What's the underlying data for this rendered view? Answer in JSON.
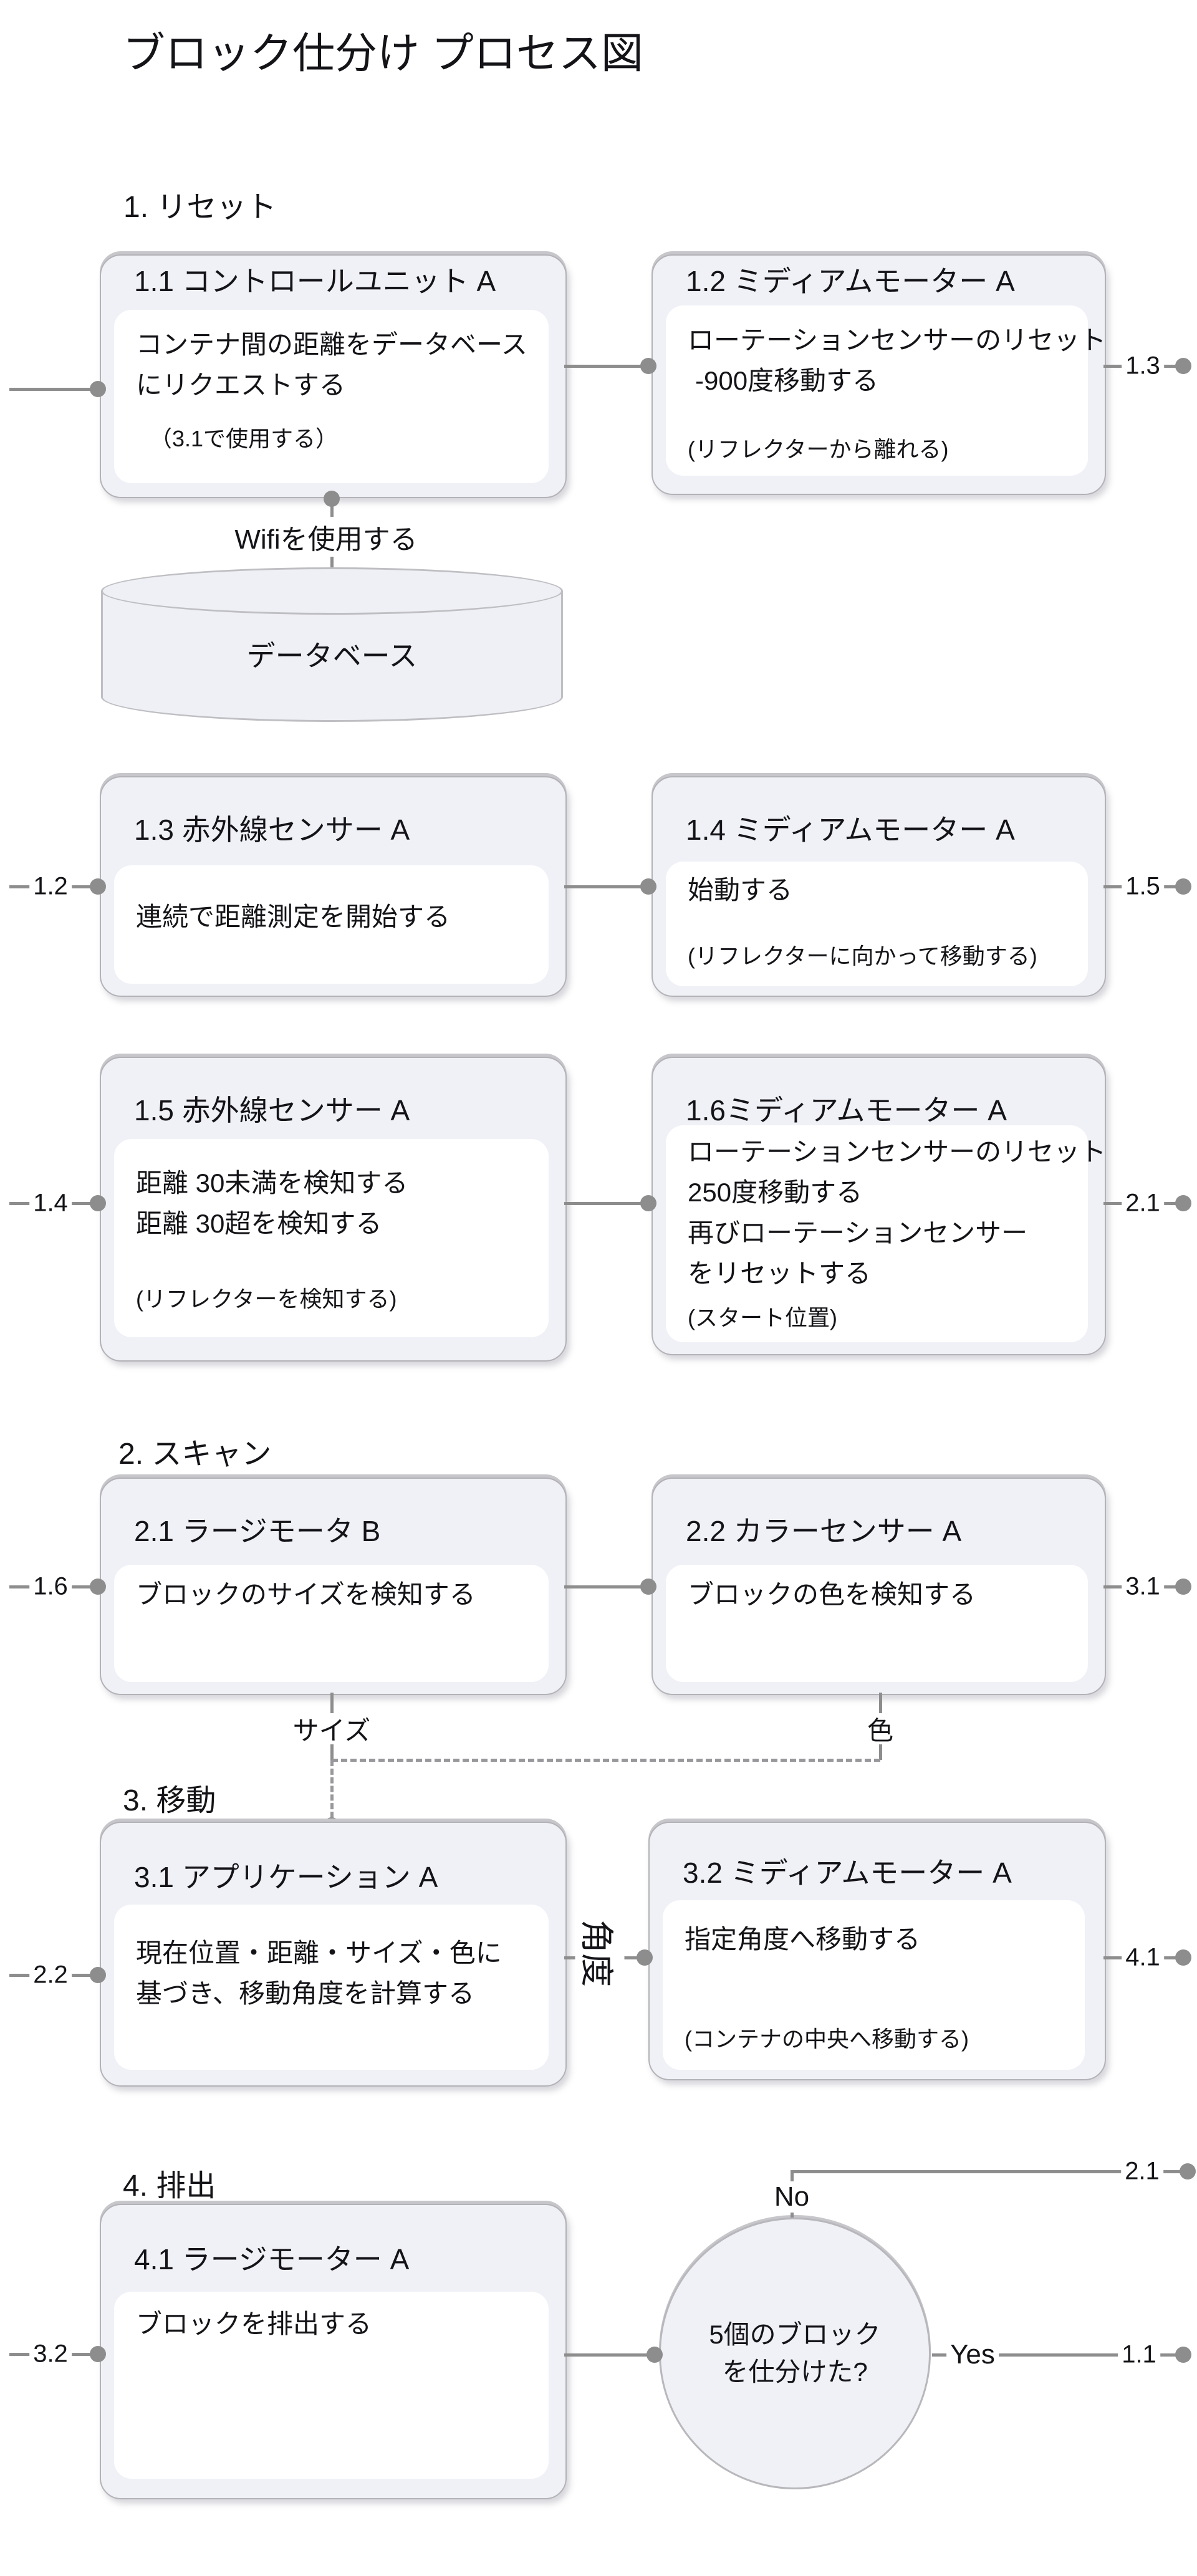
{
  "title": "ブロック仕分け プロセス図",
  "colors": {
    "box_fill": "#f0f1f6",
    "box_border": "#b3b3b7",
    "panel_fill": "#ffffff",
    "connector_line": "#8d8d8d",
    "dashed_line": "#98989c",
    "text": "#141418"
  },
  "sections": [
    {
      "label": "1. リセット"
    },
    {
      "label": "2. スキャン"
    },
    {
      "label": "3. 移動"
    },
    {
      "label": "4. 排出"
    }
  ],
  "boxes": [
    {
      "id": "1.1",
      "title": "1.1 コントロールユニット A",
      "body": [
        "コンテナ間の距離をデータベース",
        "にリクエストする"
      ],
      "note": "（3.1で使用する）"
    },
    {
      "id": "1.2",
      "title": "1.2 ミディアムモーター A",
      "body": [
        "ローテーションセンサーのリセット",
        "-900度移動する"
      ],
      "note": "(リフレクターから離れる)"
    },
    {
      "id": "1.3",
      "title": "1.3 赤外線センサー A",
      "body": [
        "連続で距離測定を開始する"
      ],
      "note": ""
    },
    {
      "id": "1.4",
      "title": "1.4 ミディアムモーター A",
      "body": [
        "始動する"
      ],
      "note": "(リフレクターに向かって移動する)"
    },
    {
      "id": "1.5",
      "title": "1.5 赤外線センサー A",
      "body": [
        "距離 30未満を検知する",
        "距離 30超を検知する"
      ],
      "note": "(リフレクターを検知する)"
    },
    {
      "id": "1.6",
      "title": "1.6ミディアムモーター A",
      "body": [
        "ローテーションセンサーのリセット",
        "250度移動する",
        "再びローテーションセンサー",
        "をリセットする"
      ],
      "note": "(スタート位置)"
    },
    {
      "id": "2.1",
      "title": "2.1 ラージモータ B",
      "body": [
        "ブロックのサイズを検知する"
      ],
      "note": ""
    },
    {
      "id": "2.2",
      "title": "2.2 カラーセンサー A",
      "body": [
        "ブロックの色を検知する"
      ],
      "note": ""
    },
    {
      "id": "3.1",
      "title": "3.1 アプリケーション A",
      "body": [
        "現在位置・距離・サイズ・色に",
        "基づき、移動角度を計算する"
      ],
      "note": ""
    },
    {
      "id": "3.2",
      "title": "3.2 ミディアムモーター A",
      "body": [
        "指定角度へ移動する"
      ],
      "note": "(コンテナの中央へ移動する)"
    },
    {
      "id": "4.1",
      "title": "4.1 ラージモーター A",
      "body": [
        "ブロックを排出する"
      ],
      "note": ""
    }
  ],
  "database": {
    "wifi": "Wifiを使用する",
    "label": "データベース"
  },
  "branches": {
    "size": "サイズ",
    "color": "色",
    "angle": "角度"
  },
  "decision": {
    "line1": "5個のブロック",
    "line2": "を仕分けた?",
    "no": "No",
    "yes": "Yes"
  },
  "edges": {
    "row1_out": "1.3",
    "row2_in": "1.2",
    "row2_out": "1.5",
    "row3_in": "1.4",
    "row3_out": "2.1",
    "row4_in": "1.6",
    "row4_out": "3.1",
    "row5_in": "2.2",
    "row5_out": "4.1",
    "row6_in": "3.2",
    "no_target": "2.1",
    "yes_target": "1.1"
  }
}
